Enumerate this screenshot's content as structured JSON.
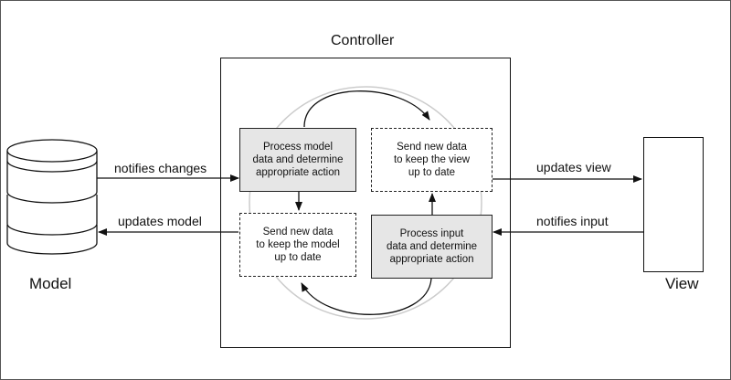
{
  "controller": {
    "title": "Controller"
  },
  "model": {
    "label": "Model"
  },
  "view": {
    "label": "View"
  },
  "edges": {
    "notifies_changes": "notifies changes",
    "updates_model": "updates model",
    "updates_view": "updates view",
    "notifies_input": "notifies input"
  },
  "boxes": {
    "process_model": [
      "Process model",
      "data and determine",
      "appropriate action"
    ],
    "send_view": [
      "Send new data",
      "to keep the view",
      "up to date"
    ],
    "send_model": [
      "Send new data",
      "to keep the model",
      "up to date"
    ],
    "process_input": [
      "Process input",
      "data and determine",
      "appropriate action"
    ]
  }
}
